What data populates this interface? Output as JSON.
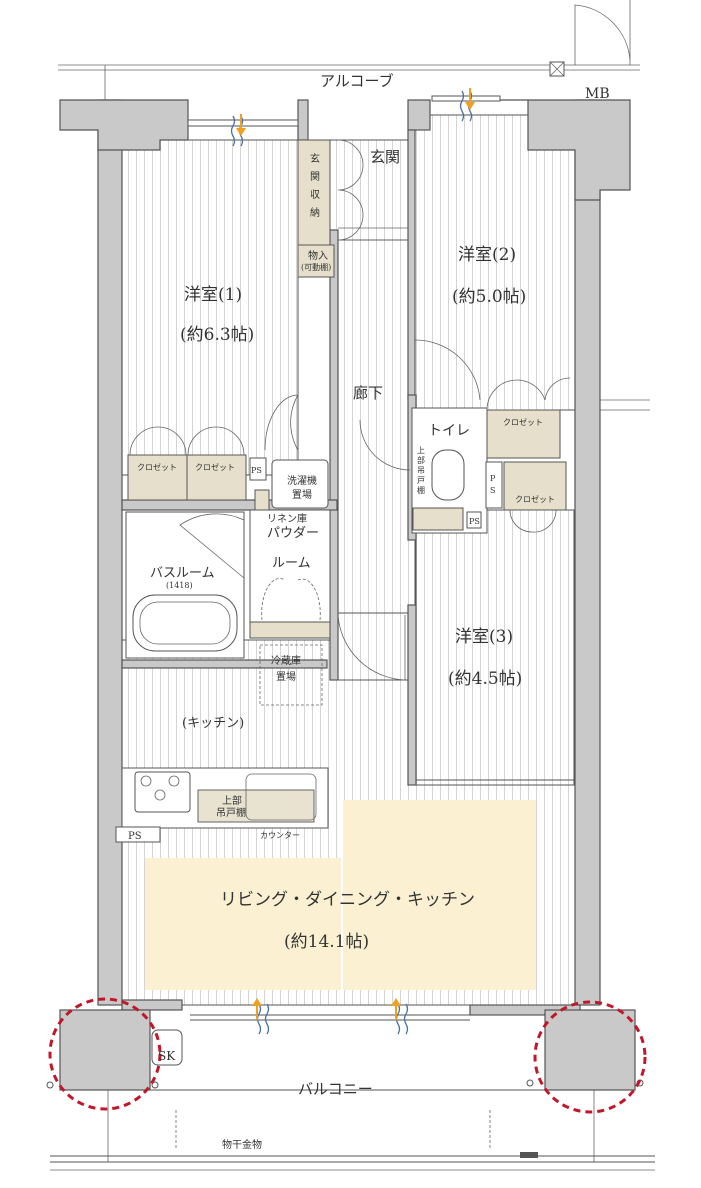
{
  "labels": {
    "alcove": "アルコーブ",
    "mb": "MB",
    "entrance": "玄関",
    "entrance_storage": [
      "玄",
      "関",
      "収",
      "納"
    ],
    "storage_top": "物入",
    "storage_sub": "(可動棚)",
    "room1_name": "洋室(1)",
    "room1_size": "(約6.3帖)",
    "room2_name": "洋室(2)",
    "room2_size": "(約5.0帖)",
    "room3_name": "洋室(3)",
    "room3_size": "(約4.5帖)",
    "hallway": "廊下",
    "toilet": "トイレ",
    "toilet_shelf": [
      "上",
      "部",
      "吊",
      "戸",
      "棚"
    ],
    "closet": "クロゼット",
    "ps": "PS",
    "ps_vertical": [
      "P",
      "S"
    ],
    "washer": [
      "洗濯機",
      "置場"
    ],
    "linen": "リネン庫",
    "powder": [
      "パウダー",
      "ルーム"
    ],
    "bathroom": "バスルーム",
    "bath_size": "(1418)",
    "fridge": [
      "冷蔵庫",
      "置場"
    ],
    "kitchen": "(キッチン)",
    "upper_shelf": [
      "上部",
      "吊戸棚"
    ],
    "counter": "カウンター",
    "ldk_name": "リビング・ダイニング・キッチン",
    "ldk_size": "(約14.1帖)",
    "sk": "SK",
    "balcony": "バルコニー",
    "drying_hardware": "物干金物"
  },
  "colors": {
    "wall": "#c9c9c9",
    "storage": "#e6dfcc",
    "ldk_highlight": "#fbf1d2",
    "ventilation_arrow": "#f0a020",
    "airflow": "#4a6fa5",
    "circle_marker": "#c0182a"
  }
}
